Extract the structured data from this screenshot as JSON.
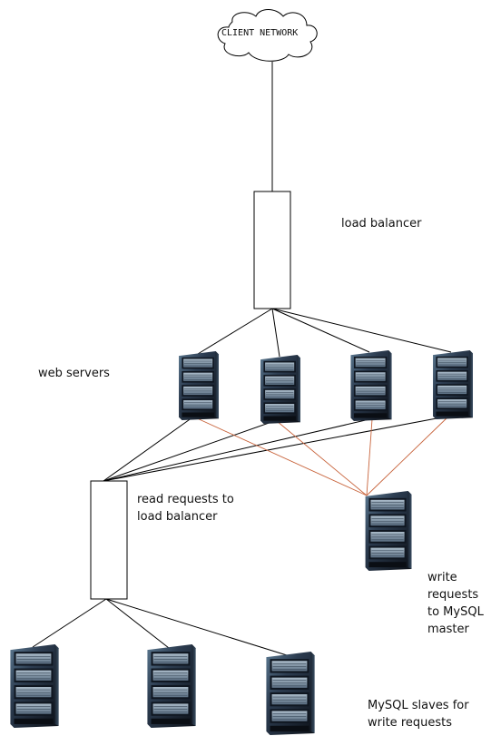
{
  "cloud": {
    "label": "CLIENT NETWORK"
  },
  "load_balancer": {
    "label": "load balancer"
  },
  "web_servers": {
    "label": "web servers",
    "count": 4
  },
  "read_balancer": {
    "label": "read requests to load balancer"
  },
  "mysql_master": {
    "label": "write requests to MySQL master"
  },
  "mysql_slaves": {
    "label": "MySQL slaves for write requests",
    "count": 3
  },
  "colors": {
    "line": "#000000",
    "write_line": "#c8643c",
    "server_dark": "#1a2230",
    "server_light": "#4f6a82",
    "drive": "#8fa2b3"
  }
}
